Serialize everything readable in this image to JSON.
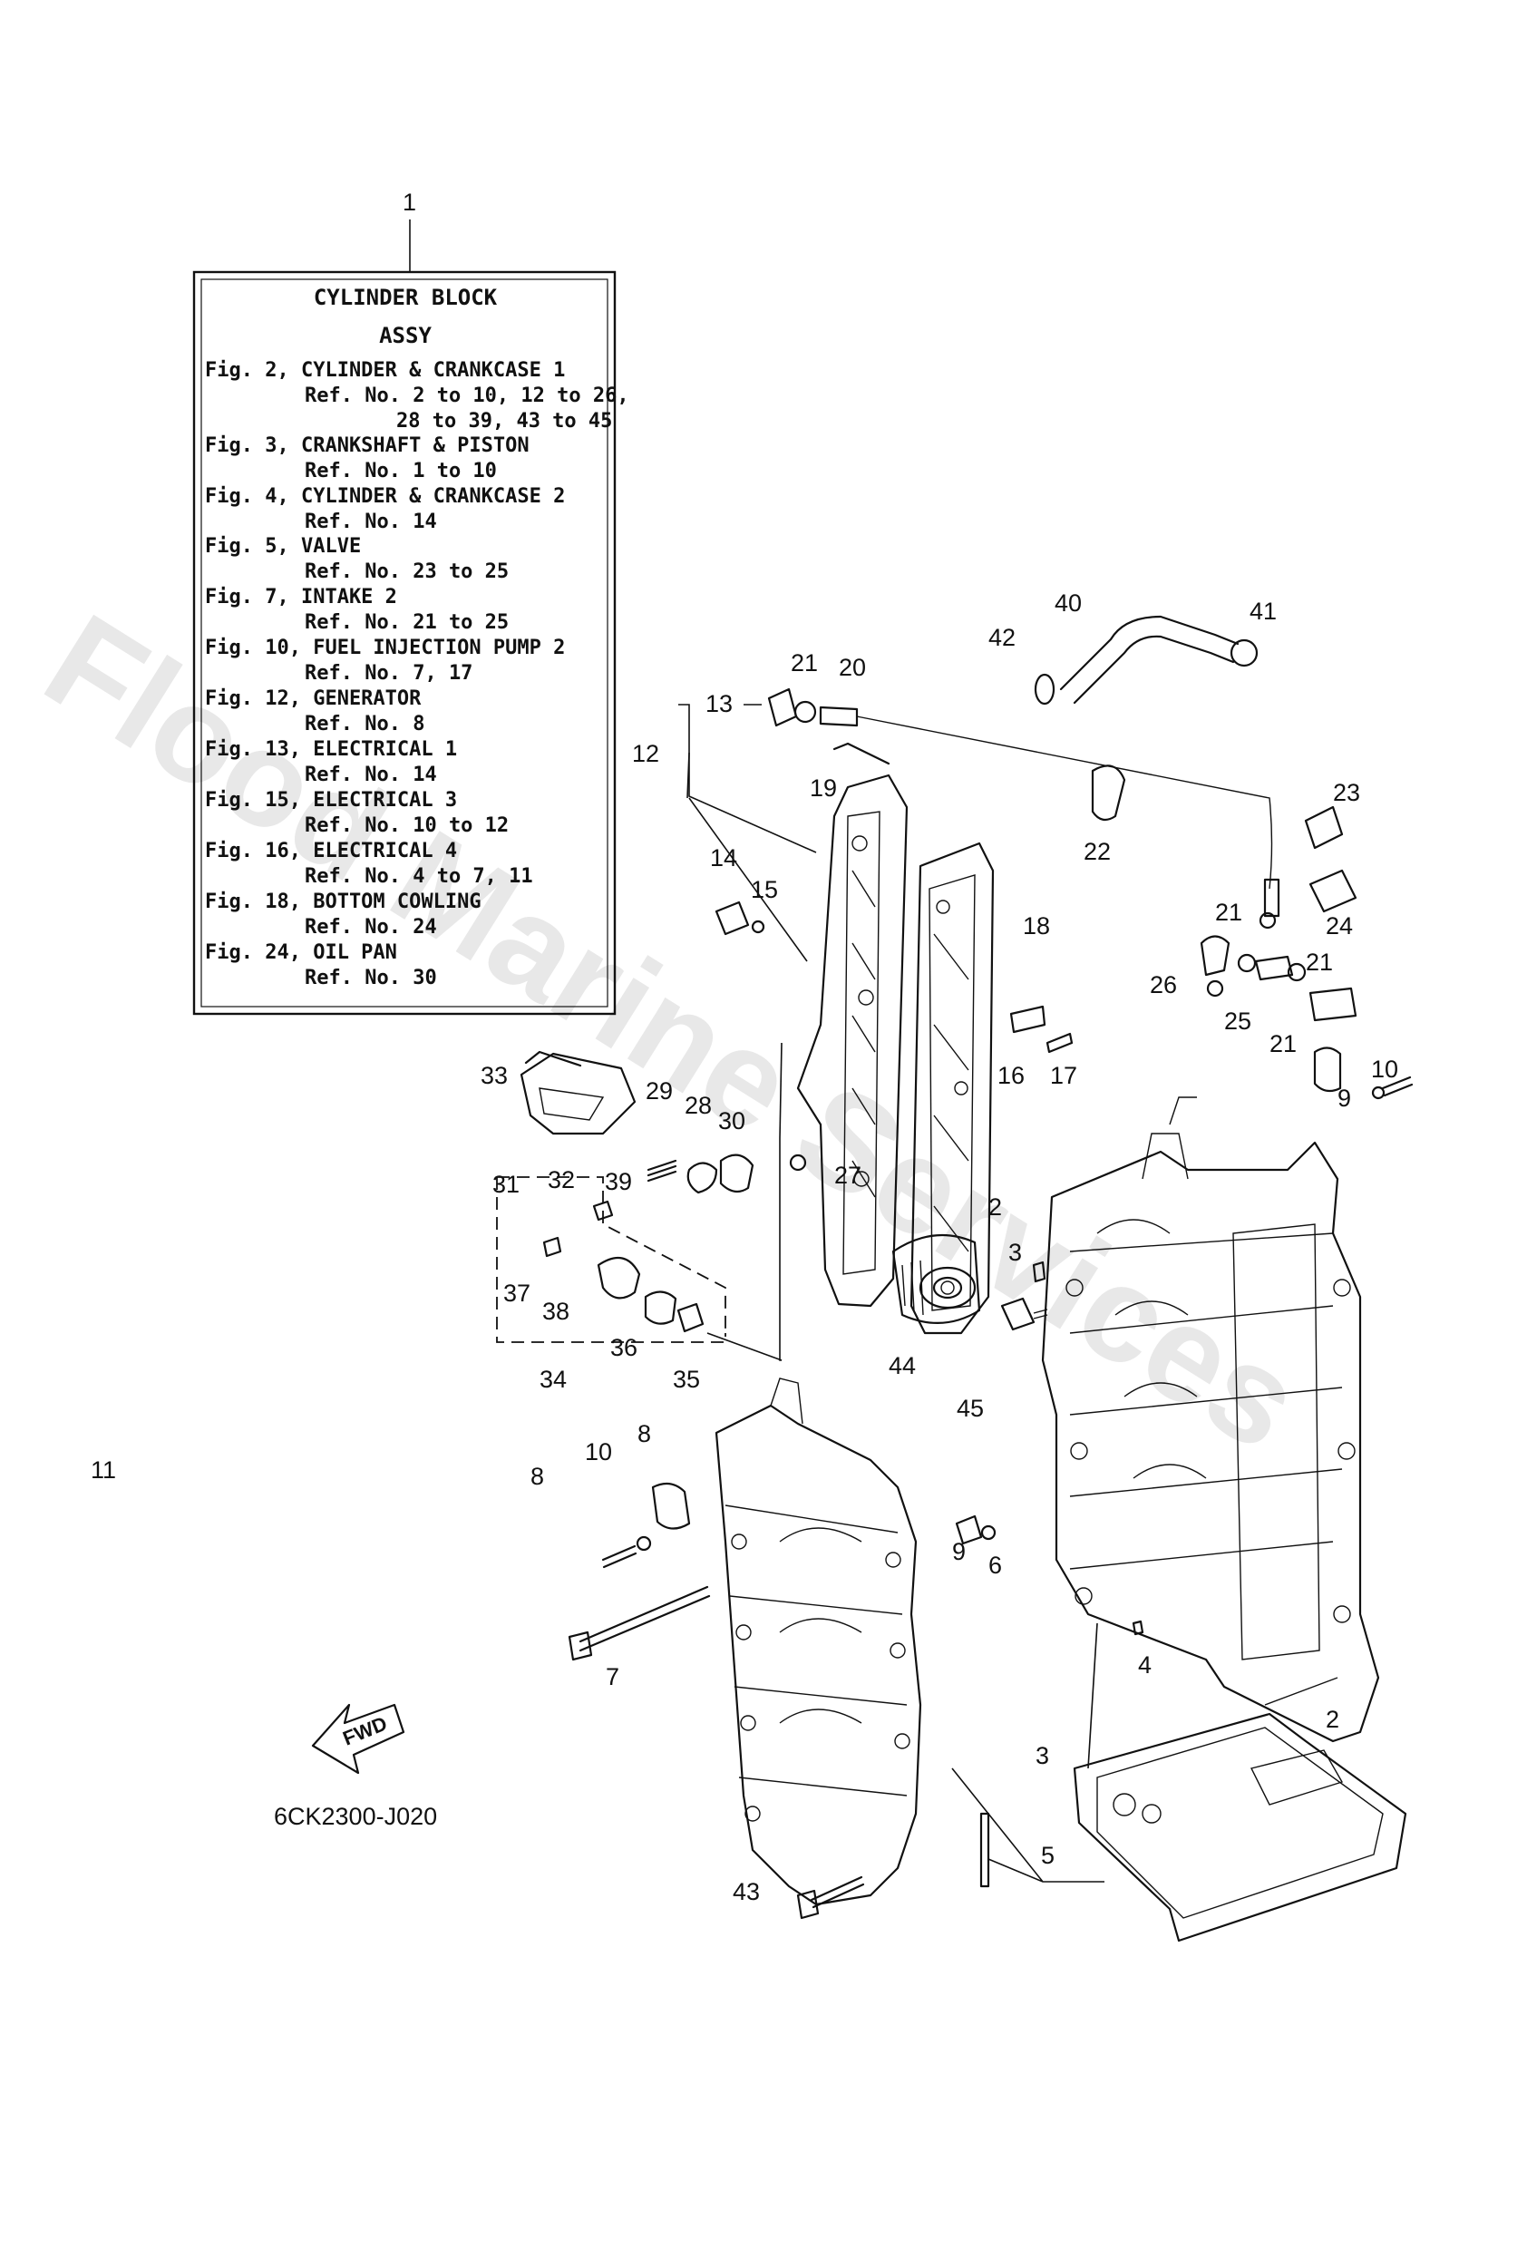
{
  "watermark": "Flood Marine Services",
  "legend": {
    "callout": "1",
    "title_line1": "CYLINDER BLOCK",
    "title_line2": "ASSY",
    "lines": [
      "Fig. 2, CYLINDER & CRANKCASE 1",
      "Ref. No. 2 to 10, 12 to 26,",
      "28 to 39, 43 to 45",
      "Fig. 3, CRANKSHAFT & PISTON",
      "Ref. No. 1 to 10",
      "Fig. 4, CYLINDER & CRANKCASE 2",
      "Ref. No. 14",
      "Fig. 5, VALVE",
      "Ref. No. 23 to 25",
      "Fig. 7, INTAKE 2",
      "Ref. No. 21 to 25",
      "Fig. 10, FUEL INJECTION PUMP 2",
      "Ref. No. 7, 17",
      "Fig. 12, GENERATOR",
      "Ref. No. 8",
      "Fig. 13, ELECTRICAL 1",
      "Ref. No. 14",
      "Fig. 15, ELECTRICAL 3",
      "Ref. No. 10 to 12",
      "Fig. 16, ELECTRICAL 4",
      "Ref. No. 4 to 7, 11",
      "Fig. 18, BOTTOM COWLING",
      "Ref. No. 24",
      "Fig. 24, OIL PAN",
      "Ref. No. 30"
    ]
  },
  "fwd_label": "FWD",
  "diagram_code": "6CK2300-J020",
  "callouts": [
    "40",
    "41",
    "42",
    "21",
    "20",
    "13",
    "12",
    "19",
    "22",
    "23",
    "21",
    "24",
    "26",
    "21",
    "25",
    "21",
    "14",
    "15",
    "18",
    "16",
    "17",
    "33",
    "29",
    "28",
    "30",
    "31",
    "32",
    "27",
    "39",
    "37",
    "38",
    "36",
    "35",
    "34",
    "2",
    "3",
    "44",
    "45",
    "8",
    "10",
    "9",
    "10",
    "8",
    "9",
    "6",
    "7",
    "4",
    "3",
    "2",
    "43",
    "5",
    "11"
  ]
}
